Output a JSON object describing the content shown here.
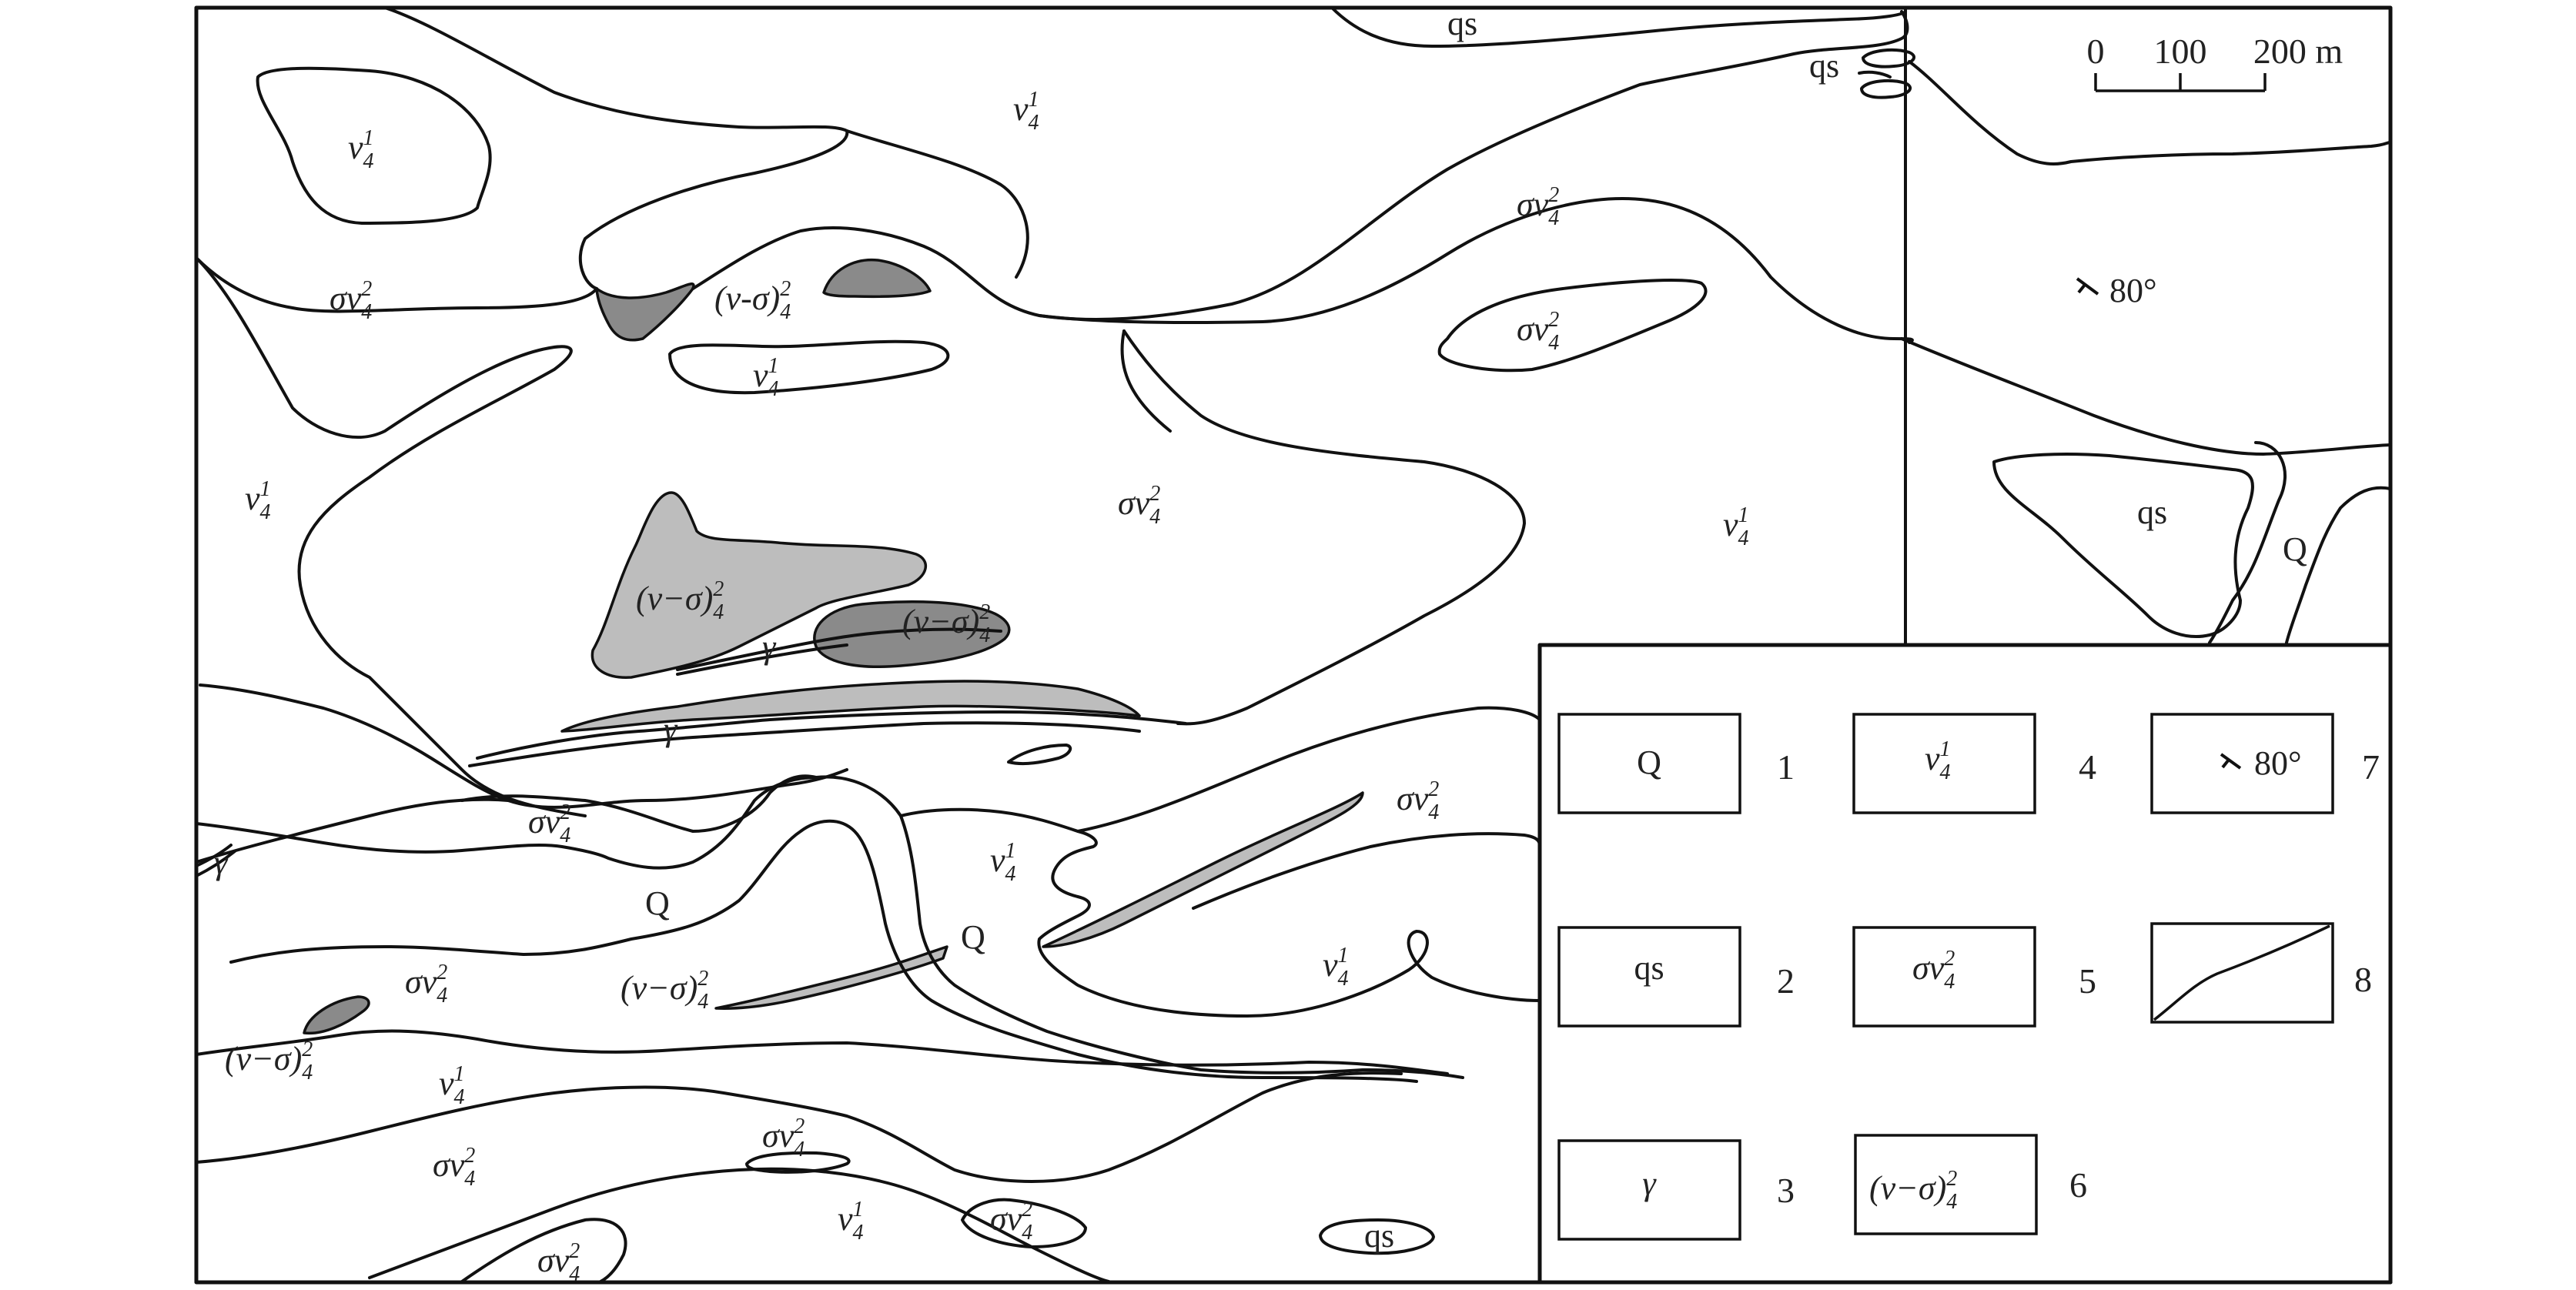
{
  "map": {
    "scale_bar": {
      "ticks": [
        "0",
        "100",
        "200 m"
      ]
    },
    "labels": {
      "Q": "Q",
      "qs": "qs",
      "gamma": "γ",
      "v": "v",
      "sigma_v": "σv",
      "v_sigma": "(v−σ)",
      "v_sigma_hyphen": "(v-σ)",
      "sub4": "4",
      "sup1": "1",
      "sup2": "2",
      "dip_angle": "80°"
    }
  },
  "legend": {
    "items": [
      {
        "number": "1",
        "symbol": "Q"
      },
      {
        "number": "2",
        "symbol": "qs"
      },
      {
        "number": "3",
        "symbol": "γ"
      },
      {
        "number": "4",
        "symbol": "v",
        "sup": "1",
        "sub": "4"
      },
      {
        "number": "5",
        "symbol": "σv",
        "sup": "2",
        "sub": "4"
      },
      {
        "number": "6",
        "symbol": "(v−σ)",
        "sup": "2",
        "sub": "4"
      },
      {
        "number": "7",
        "symbol": "80°"
      },
      {
        "number": "8",
        "symbol": ""
      }
    ]
  },
  "colors": {
    "dark_fill": "#8a8a8a",
    "light_fill": "#bdbdbd",
    "line": "#111111",
    "background": "#ffffff"
  }
}
